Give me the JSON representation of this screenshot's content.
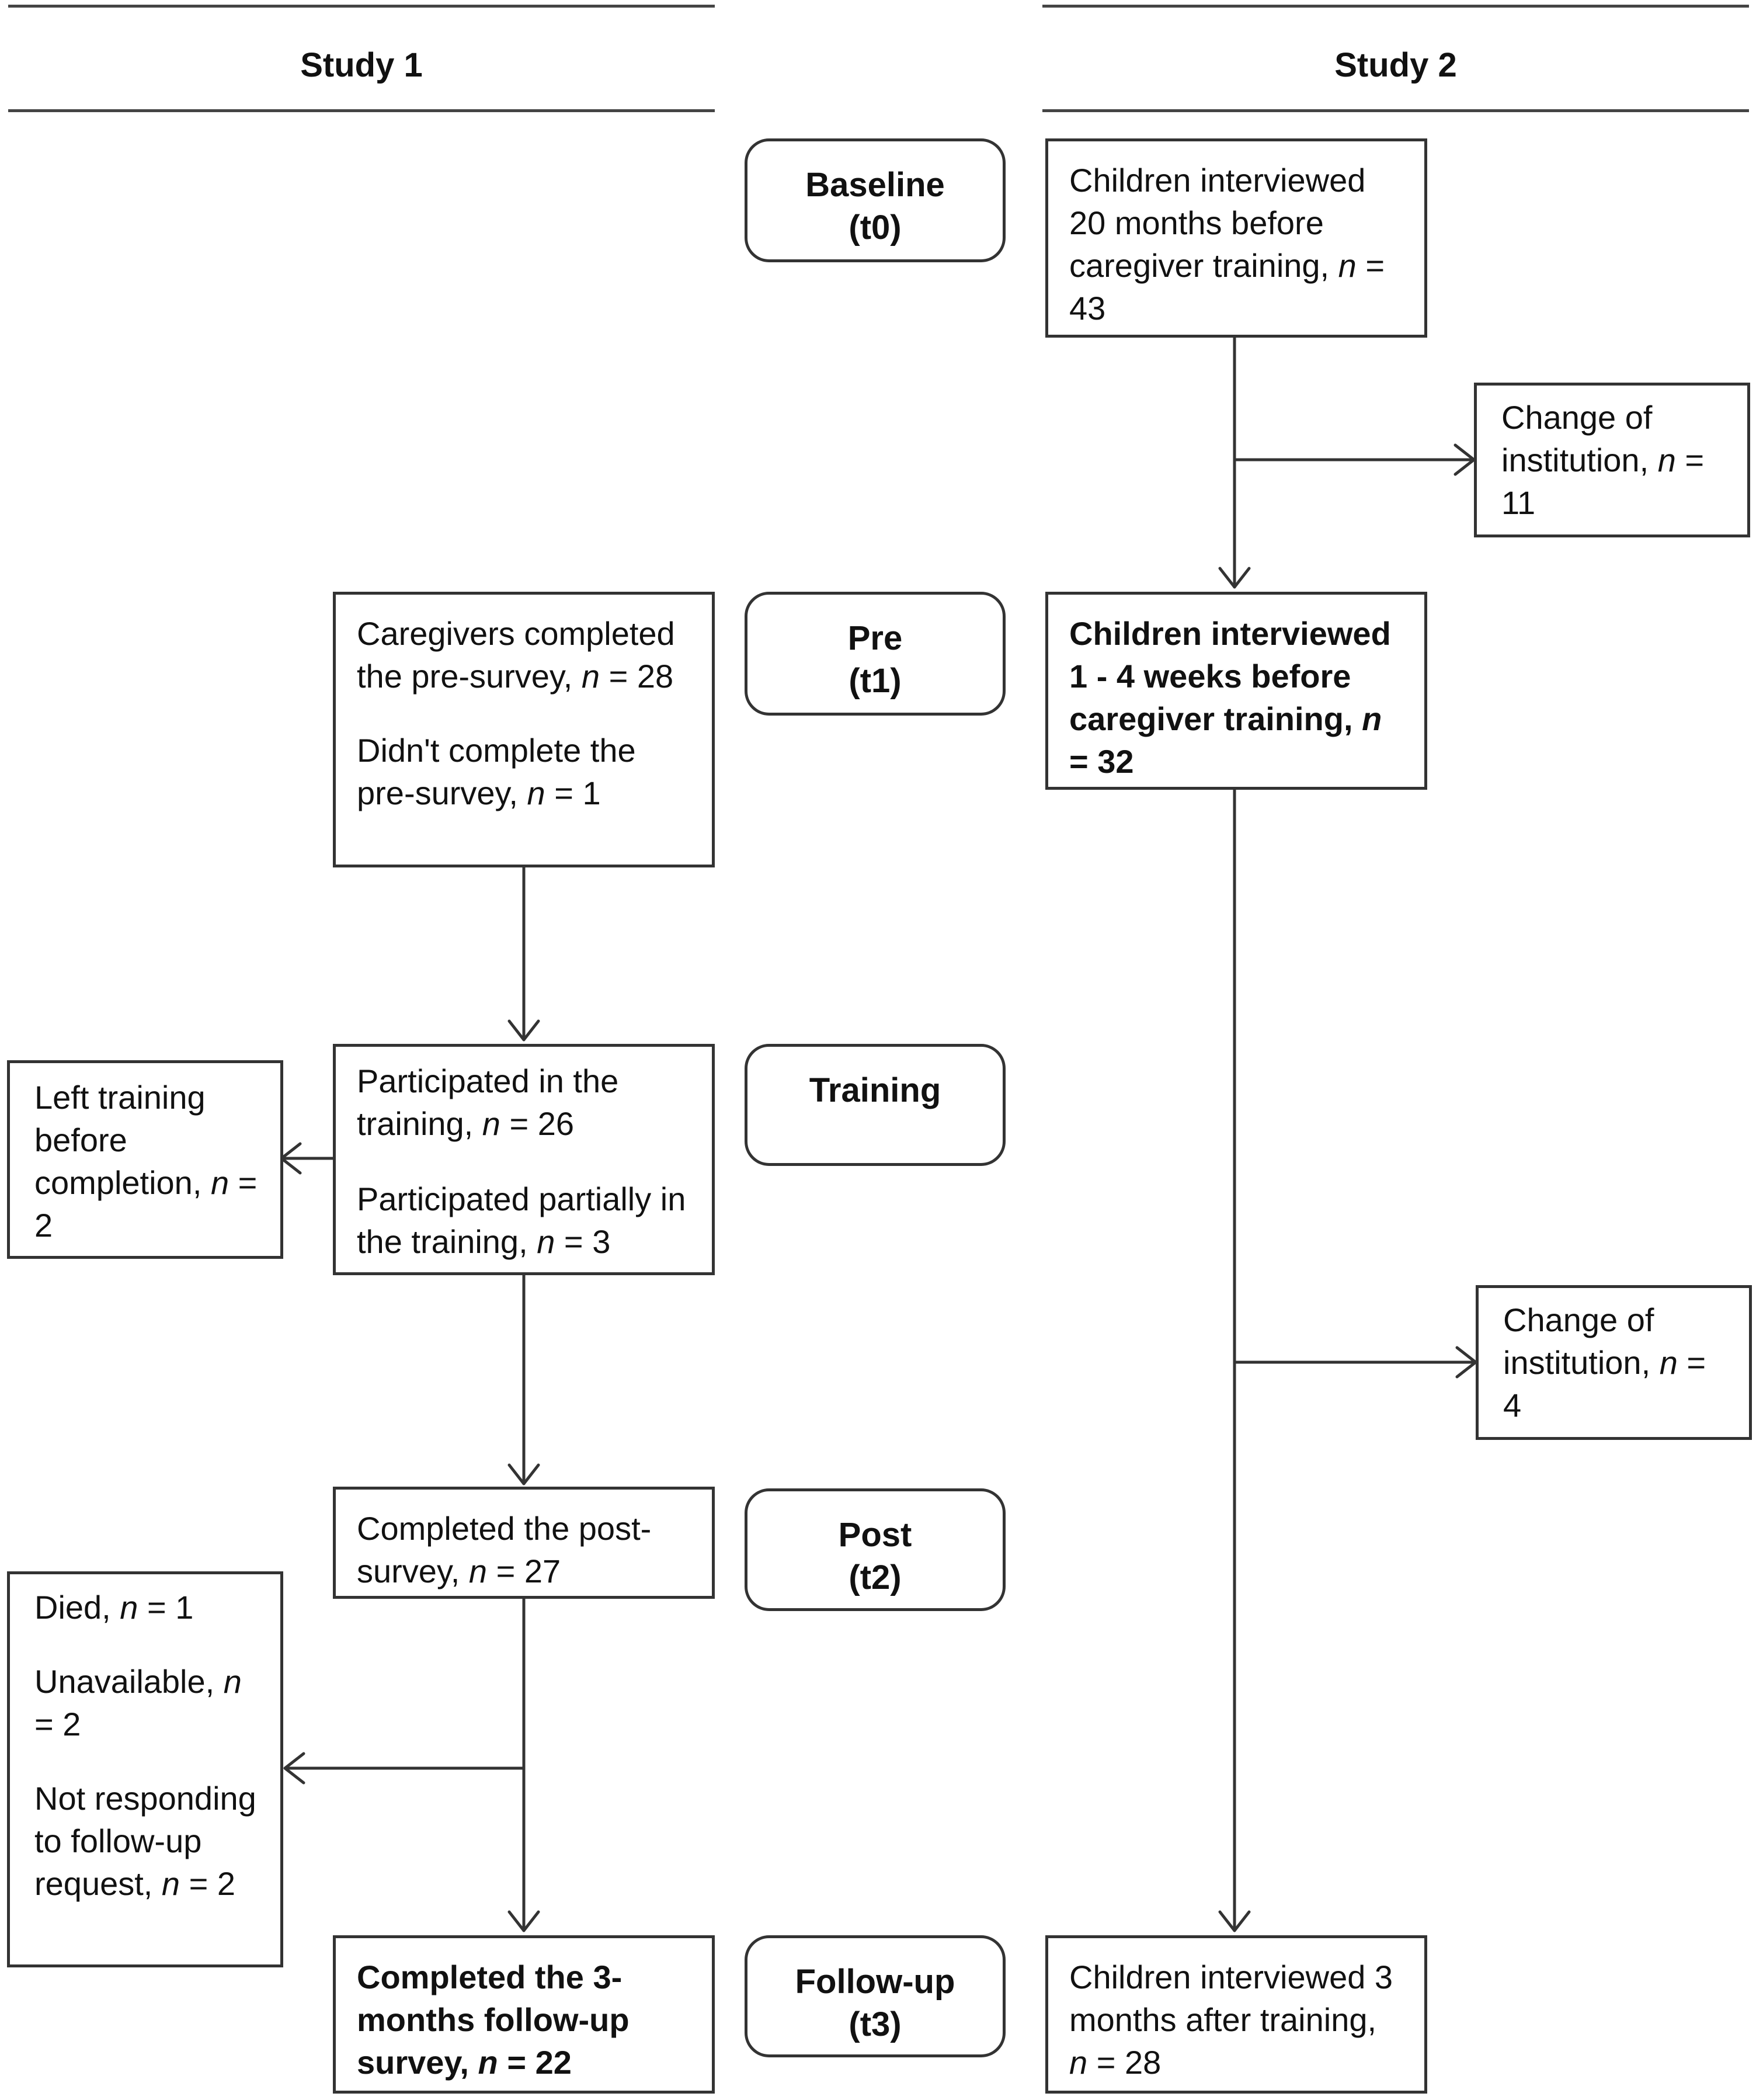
{
  "headers": {
    "study1": "Study 1",
    "study2": "Study 2"
  },
  "stages": [
    {
      "title": "Baseline",
      "code": "(t0)"
    },
    {
      "title": "Pre",
      "code": "(t1)"
    },
    {
      "title": "Training",
      "code": ""
    },
    {
      "title": "Post",
      "code": "(t2)"
    },
    {
      "title": "Follow-up",
      "code": "(t3)"
    }
  ],
  "study1": {
    "pre": {
      "completed": "Caregivers completed the pre-survey, ",
      "completed_n": "28",
      "not_completed": "Didn't complete the pre-survey, ",
      "not_completed_n": "1"
    },
    "training": {
      "participated": "Participated in the training, ",
      "participated_n": "26",
      "partial": "Participated partially in the training, ",
      "partial_n": "3"
    },
    "left_training": {
      "text": "Left training before completion,",
      "n": "2"
    },
    "post": {
      "text": "Completed the post-survey, ",
      "n": "27"
    },
    "dropout": {
      "died": "Died, ",
      "died_n": "1",
      "unavailable": "Unavailable,",
      "unavailable_n": "2",
      "not_responding": "Not responding to follow-up request, ",
      "not_responding_n": "2"
    },
    "followup": {
      "text": "Completed the 3-months follow-up survey, ",
      "n": "22"
    }
  },
  "study2": {
    "baseline": {
      "text": "Children interviewed 20 months before caregiver training,",
      "n": "43"
    },
    "change1": {
      "text": "Change of institution,",
      "n": "11"
    },
    "pre": {
      "text": "Children interviewed 1 - 4 weeks before caregiver training,",
      "n": "32"
    },
    "change2": {
      "text": "Change of institution,",
      "n": "4"
    },
    "followup": {
      "text": "Children interviewed 3 months after training, ",
      "n": "28"
    }
  },
  "n_symbol": "n",
  "equals": " = "
}
